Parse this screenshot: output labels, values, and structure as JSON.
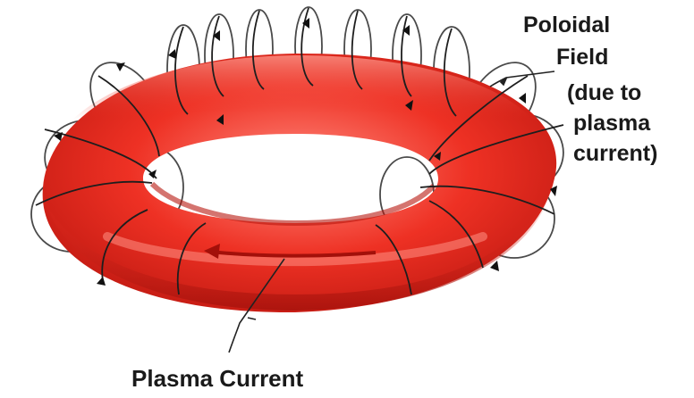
{
  "labels": {
    "poloidal_line1": "Poloidal",
    "poloidal_line2": "Field",
    "due_line1": "(due to",
    "due_line2": "plasma",
    "due_line3": "current)",
    "plasma_current": "Plasma Current"
  },
  "colors": {
    "torus_fill": "#e8281c",
    "torus_shadow": "#b3140e",
    "torus_highlight": "#ff7a6e",
    "field_line": "#4a4a4a",
    "background": "#ffffff"
  }
}
